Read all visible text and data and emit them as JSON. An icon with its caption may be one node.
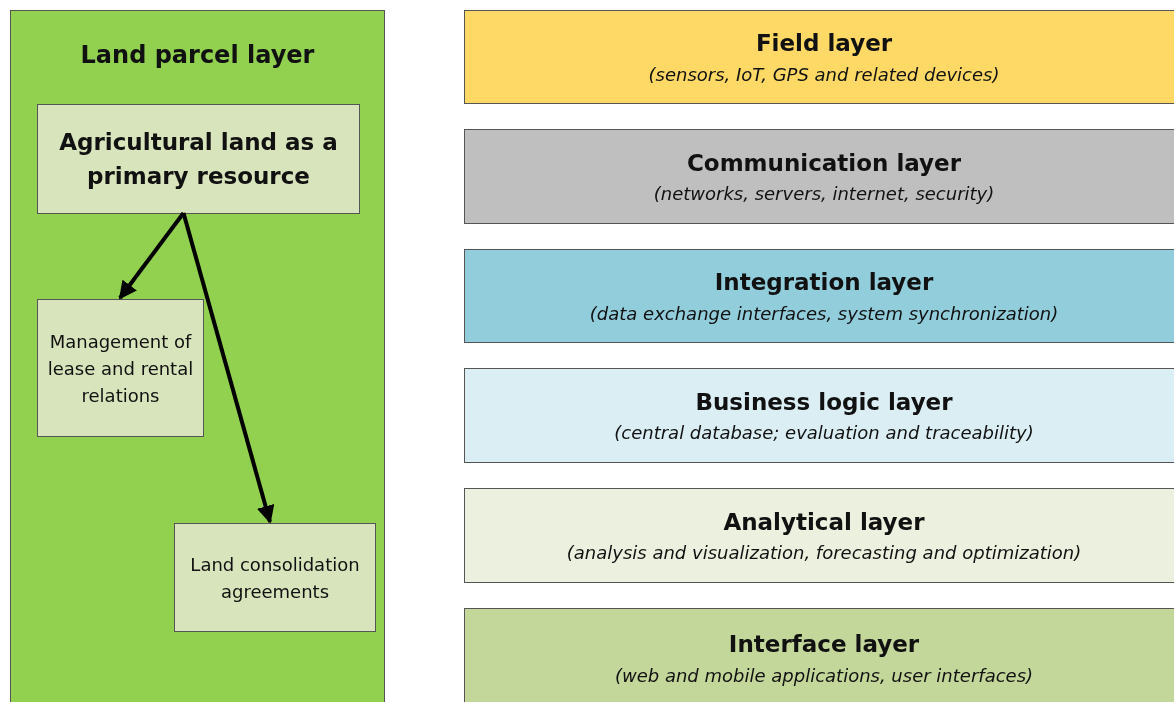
{
  "diagram": {
    "nodes": [
      {
        "text": [
          "Land parcel layer"
        ]
      },
      {
        "text": [
          "Agricultural land as a primary resource"
        ],
        "in": 0
      },
      {
        "text": [
          "Management of lease and rental relations"
        ],
        "in": 0
      },
      {
        "text": [
          "Land consolidation agreements"
        ],
        "in": 0
      },
      {
        "text": [
          "Field layer",
          "(sensors, IoT, GPS and related devices)"
        ]
      },
      {
        "text": [
          "Communication layer",
          "(networks, servers, internet, security)"
        ]
      },
      {
        "text": [
          "Integration layer",
          "(data exchange interfaces, system synchronization)"
        ]
      },
      {
        "text": [
          "Business logic layer",
          "(central database; evaluation and traceability)"
        ]
      },
      {
        "text": [
          "Analytical layer",
          "(analysis and visualization, forecasting and optimization)"
        ]
      },
      {
        "text": [
          "Interface layer",
          "(web and mobile applications, user interfaces)"
        ]
      }
    ],
    "edges": [
      {
        "from": 1,
        "to": 2,
        "arrow": "to"
      },
      {
        "from": 1,
        "to": 3,
        "arrow": "to"
      }
    ]
  }
}
